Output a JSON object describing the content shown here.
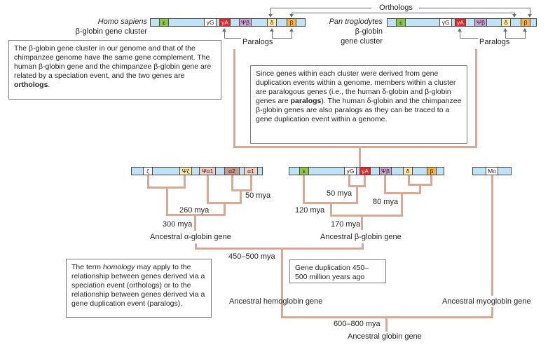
{
  "labels": {
    "orthologs": "Orthologs",
    "paralogs": "Paralogs",
    "homo_sapiens": "Homo sapiens",
    "human_cluster": "β-globin gene cluster",
    "pan_troglodytes": "Pan troglodytes",
    "chimp_cluster_1": "β-globin",
    "chimp_cluster_2": "gene cluster"
  },
  "genes": {
    "epsilon": "ε",
    "gamma_g": "γG",
    "gamma_a": "γA",
    "psi_beta": "Ψβ",
    "delta": "δ",
    "beta": "β",
    "zeta": "ζ",
    "psi_zeta": "Ψζ",
    "psi_alpha1": "Ψα1",
    "alpha2": "α2",
    "alpha1": "α1",
    "myoglobin": "Mo"
  },
  "notes": {
    "top_left_pre": "The β-globin gene cluster in our genome and that of the chimpanzee genome have the same gene complement. The human β-globin gene and the chimpanzee β-globin gene are related by a speciation event, and the two genes are ",
    "top_left_bold": "orthologs",
    "top_left_post": ".",
    "center_pre": "Since genes within each cluster were derived from gene duplication events within a genome, members within a cluster are paralogous genes (i.e., the human δ-globin and β-globin genes are ",
    "center_bold": "paralogs",
    "center_post": "). The human δ-globin and the chimpanzee β-globin genes are also paralogs as they can be traced to a gene duplication event within a genome.",
    "bottom_left_pre": "The term ",
    "bottom_left_italic": "homology",
    "bottom_left_post": " may apply to the relationship between genes derived via a speciation event (orthologs) or to the relationship between genes derived via a gene duplication event (paralogs).",
    "duplication": "Gene duplication 450–500 million years ago"
  },
  "times": {
    "t50a": "50 mya",
    "t260": "260 mya",
    "t300": "300 mya",
    "t50b": "50 mya",
    "t80": "80 mya",
    "t120": "120 mya",
    "t170": "170 mya",
    "t450": "450–500 mya",
    "t600": "600–800 mya"
  },
  "ancestors": {
    "alpha": "Ancestral α-globin gene",
    "beta": "Ancestral β-globin gene",
    "hemoglobin": "Ancestral hemoglobin gene",
    "myoglobin": "Ancestral myoglobin gene",
    "globin": "Ancestral globin gene"
  },
  "colors": {
    "tree": "#d9a996",
    "chromosome": "#bfe2f4",
    "epsilon": "#8dc63f",
    "gamma_a": "#ed2024",
    "psi_beta": "#c9a2cf",
    "delta": "#fde8a6",
    "beta": "#fbb040",
    "alpha2": "#c89a8b"
  }
}
